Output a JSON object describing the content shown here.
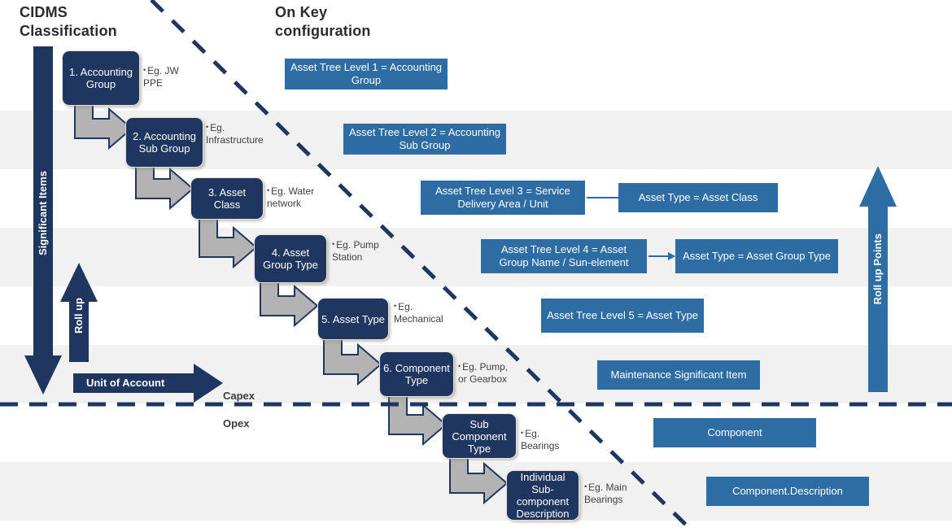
{
  "headings": {
    "left": "CIDMS\nClassification",
    "right": "On Key\nconfiguration"
  },
  "left_flow": {
    "boxes": [
      {
        "label": "1. Accounting Group",
        "eg": "Eg. JW PPE"
      },
      {
        "label": "2. Accounting Sub Group",
        "eg": "Eg. Infrastructure"
      },
      {
        "label": "3. Asset Class",
        "eg": "Eg. Water network"
      },
      {
        "label": "4. Asset Group Type",
        "eg": "Eg. Pump Station"
      },
      {
        "label": "5. Asset Type",
        "eg": "Eg. Mechanical"
      },
      {
        "label": "6. Component Type",
        "eg": "Eg. Pump, or Gearbox"
      },
      {
        "label": "Sub Component Type",
        "eg": "Eg. Bearings"
      },
      {
        "label": "Individual Sub-component Description",
        "eg": "Eg. Main Bearings"
      }
    ]
  },
  "axes": {
    "significant_items": "Significant Items",
    "roll_up": "Roll up",
    "unit_of_account": "Unit of Account",
    "roll_up_points": "Roll up Points"
  },
  "divider": {
    "capex": "Capex",
    "opex": "Opex"
  },
  "config_boxes": {
    "level1": "Asset Tree Level 1 = Accounting Group",
    "level2": "Asset Tree Level 2  = Accounting Sub Group",
    "level3": "Asset Tree Level 3 = Service Delivery Area / Unit",
    "level3_type": "Asset Type = Asset Class",
    "level4": "Asset Tree Level 4 = Asset Group Name / Sun-element",
    "level4_type": "Asset Type = Asset Group Type",
    "level5": "Asset Tree Level 5 = Asset Type",
    "msi": "Maintenance Significant Item",
    "component": "Component",
    "component_description": "Component.Description"
  },
  "colors": {
    "navy": "#1f3760",
    "medium_blue": "#2e6da4",
    "stripe": "#f1f1f1",
    "gray_arrow": "#b3b3b3",
    "text_dark": "#2b2b2b"
  }
}
